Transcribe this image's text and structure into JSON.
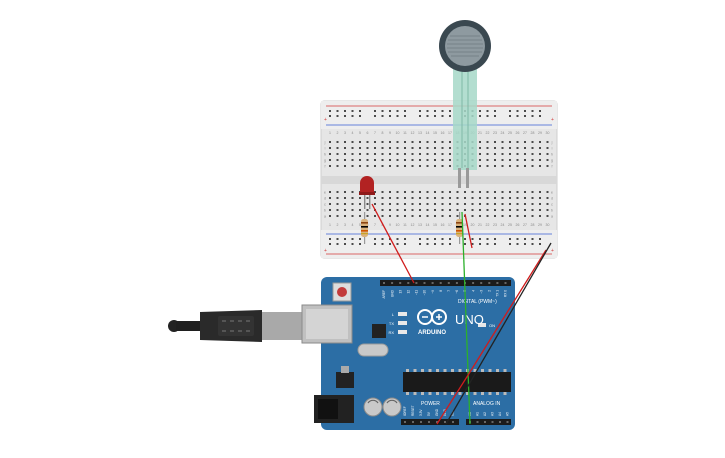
{
  "breadboard": {
    "top_numbers": [
      "1",
      "2",
      "3",
      "4",
      "5",
      "6",
      "7",
      "8",
      "9",
      "10",
      "11",
      "12",
      "13",
      "14",
      "15",
      "16",
      "17",
      "18",
      "19",
      "20",
      "21",
      "22",
      "23",
      "24",
      "25",
      "26",
      "27",
      "28",
      "29",
      "30"
    ],
    "row_letters_top": [
      "j",
      "i",
      "h",
      "g",
      "f"
    ],
    "row_letters_bottom": [
      "e",
      "d",
      "c",
      "b",
      "a"
    ],
    "rail_plus": "+",
    "rail_minus": "-"
  },
  "arduino": {
    "brand": "ARDUINO",
    "model": "UNO",
    "digital_label": "DIGITAL (PWM~)",
    "power_label": "POWER",
    "analog_label": "ANALOG IN",
    "led_l": "L",
    "led_tx": "TX",
    "led_rx": "RX",
    "on_label": "ON",
    "digital_pins": [
      "AREF",
      "GND",
      "13",
      "12",
      "~11",
      "~10",
      "~9",
      "8",
      "7",
      "~6",
      "~5",
      "4",
      "~3",
      "2",
      "TX 1",
      "RX 0"
    ],
    "power_pins": [
      "IOREF",
      "RESET",
      "3.3V",
      "5V",
      "GND",
      "GND",
      "Vin"
    ],
    "analog_pins": [
      "A0",
      "A1",
      "A2",
      "A3",
      "A4",
      "A5"
    ]
  },
  "colors": {
    "board": "#2c6ea5",
    "board_dark": "#1f5585",
    "breadboard": "#e6e6e6",
    "rail_red": "#d23a3a",
    "rail_blue": "#3a5fd2",
    "wire_red": "#d01c1c",
    "wire_black": "#222222",
    "wire_green": "#2bb02b",
    "led_red": "#b22222",
    "fsr_body": "#3a4850",
    "fsr_tail": "#a6d8c8"
  }
}
